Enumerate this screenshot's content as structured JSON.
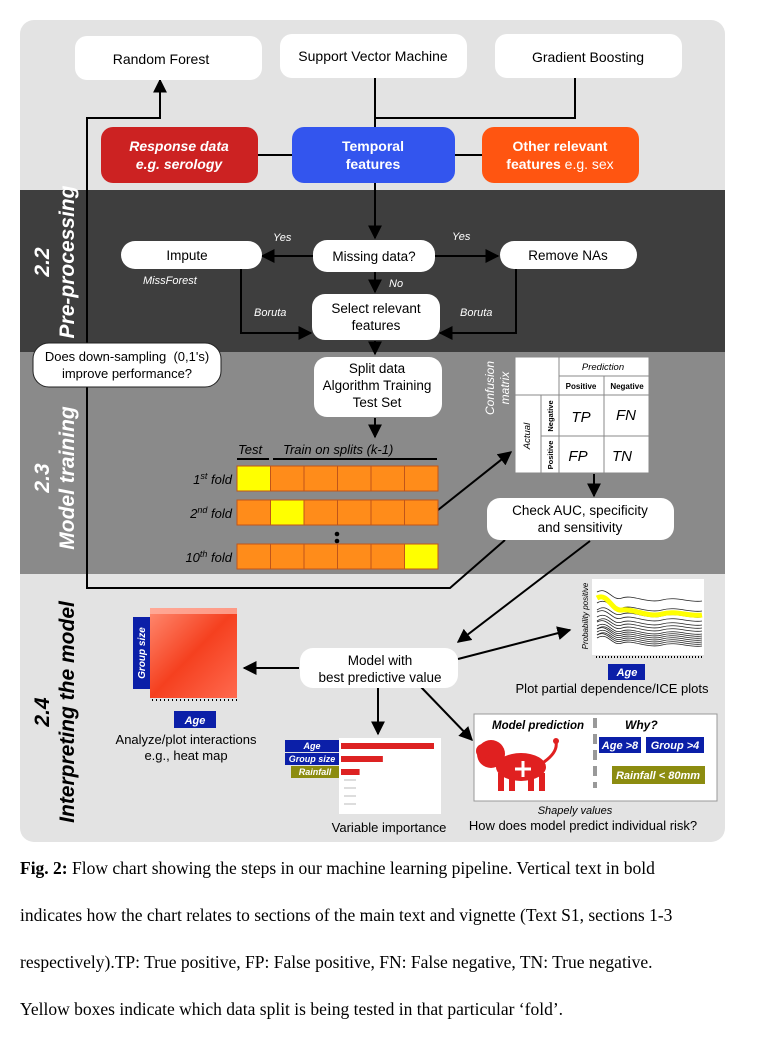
{
  "models": [
    "Random Forest",
    "Support Vector Machine",
    "Gradient Boosting"
  ],
  "features": {
    "response": {
      "line1": "Response data",
      "line2": "e.g. serology"
    },
    "temporal": {
      "line1": "Temporal",
      "line2": "features"
    },
    "other": {
      "line1": "Other relevant",
      "line2a": "features",
      "line2b": " e.g. sex"
    }
  },
  "sections": {
    "preprocessing": {
      "number": "2.2",
      "title": "Pre-processing"
    },
    "training": {
      "number": "2.3",
      "title": "Model training"
    },
    "interpreting": {
      "number": "2.4",
      "title": "Interpreting the model"
    }
  },
  "preprocessing": {
    "impute": "Impute",
    "missforest": "MissForest",
    "missing": "Missing data?",
    "remove": "Remove NAs",
    "yes_left": "Yes",
    "yes_right": "Yes",
    "no": "No",
    "boruta_left": "Boruta",
    "boruta_right": "Boruta",
    "select_line1": "Select relevant",
    "select_line2": "features"
  },
  "training": {
    "downsampling_line1": "Does down-sampling  (0,1's)",
    "downsampling_line2": "improve performance?",
    "split_line1": "Split data",
    "split_line2": "Algorithm Training",
    "split_line3": "Test Set",
    "test_label": "Test",
    "train_label": "Train on splits (k-1)",
    "folds": [
      {
        "num": "1",
        "sup": "st",
        "word": " fold",
        "test_index": 0
      },
      {
        "num": "2",
        "sup": "nd",
        "word": " fold",
        "test_index": 1
      },
      {
        "num": "10",
        "sup": "th",
        "word": " fold",
        "test_index": 5
      }
    ],
    "confusion": {
      "title_line1": "Confusion",
      "title_line2": "matrix",
      "prediction": "Prediction",
      "actual": "Actual",
      "positive": "Positive",
      "negative": "Negative",
      "tp": "TP",
      "fn": "FN",
      "fp": "FP",
      "tn": "TN"
    },
    "check_line1": "Check AUC, specificity",
    "check_line2": "and sensitivity"
  },
  "interpret": {
    "best_line1": "Model with",
    "best_line2": "best predictive value",
    "heatmap_ylabel": "Group size",
    "heatmap_xlabel": "Age",
    "heatmap_caption1": "Analyze/plot interactions",
    "heatmap_caption2": "e.g., heat map",
    "pdp_ylabel": "Probability positive",
    "pdp_xlabel": "Age",
    "pdp_caption": "Plot partial dependence/ICE plots",
    "varimp_labels": [
      "Age",
      "Group size",
      "Rainfall"
    ],
    "varimp_values": [
      1.0,
      0.45,
      0.2
    ],
    "varimp_caption": "Variable importance",
    "pred_title": "Model prediction",
    "pred_why": "Why?",
    "pred_age": "Age >8",
    "pred_group": "Group >4",
    "pred_rain": "Rainfall < 80mm",
    "shapely": "Shapely values",
    "risk_caption": "How does model predict individual risk?"
  },
  "colors": {
    "response": "#cc2222",
    "temporal": "#3355ee",
    "other": "#ff5511",
    "fold_orange": "#ff8c1a",
    "fold_yellow": "#ffff00",
    "dark_band": "#3e3e3e",
    "mid_band": "#8a8a8a",
    "light_band": "#e3e3e3",
    "label_blue": "#0b1fa8",
    "label_olive": "#8c8c10",
    "bar_red": "#dd2222"
  },
  "caption": {
    "fig": "Fig. 2:",
    "line1": " Flow chart showing the steps in our machine learning pipeline. Vertical text in bold",
    "line2": "indicates how the chart relates to sections of the main text and vignette (Text S1, sections 1-3",
    "line3": "respectively).TP: True positive, FP: False positive, FN: False negative, TN: True negative.",
    "line4": "Yellow boxes indicate which data split is being tested in that particular ‘fold’."
  }
}
